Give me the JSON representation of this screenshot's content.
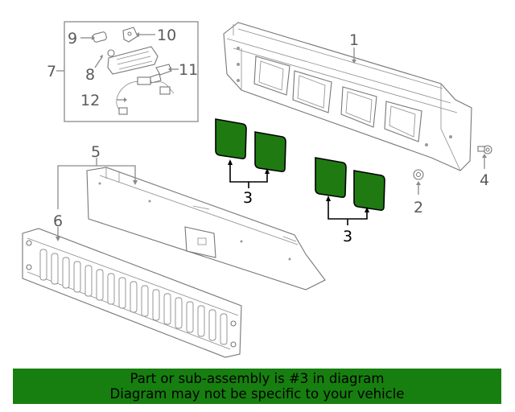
{
  "callouts": {
    "c1": "1",
    "c2": "2",
    "c3a": "3",
    "c3b": "3",
    "c4": "4",
    "c5": "5",
    "c6": "6",
    "c7": "7",
    "c8": "8",
    "c9": "9",
    "c10": "10",
    "c11": "11",
    "c12": "12"
  },
  "highlight_color": "#1f7a12",
  "banner": {
    "line1": "Part or sub-assembly is #3 in diagram",
    "line2": "Diagram may not be specific to your vehicle",
    "color": "#177f0f"
  }
}
